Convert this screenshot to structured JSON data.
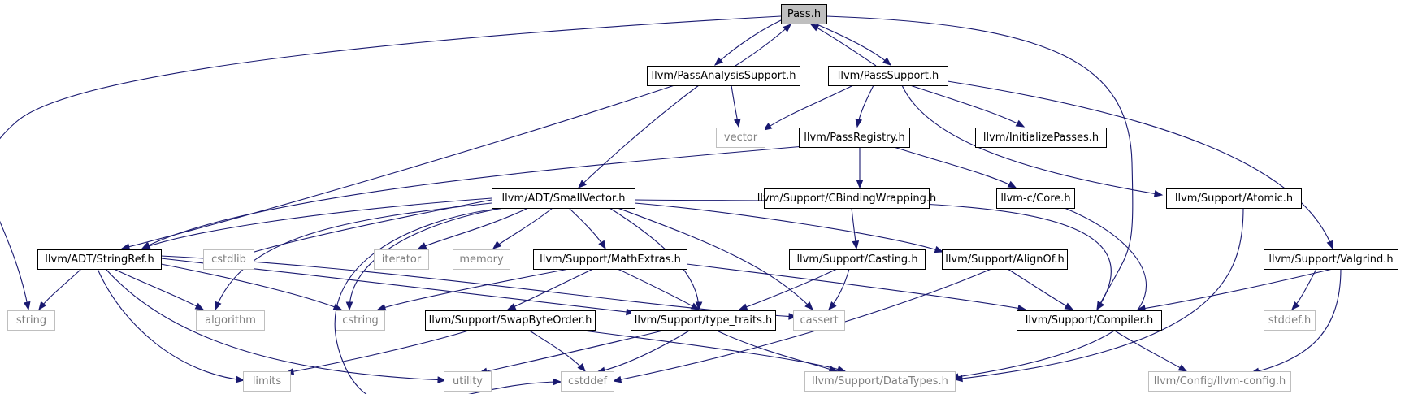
{
  "colors": {
    "edge": "#191970",
    "root_fill": "#bfbfbf",
    "node_border": "#000000",
    "external_border": "#bfbfbf",
    "external_text": "#7f7f7f"
  },
  "nodes": [
    {
      "id": "pass",
      "label": "Pass.h",
      "kind": "root"
    },
    {
      "id": "pas",
      "label": "llvm/PassAnalysisSupport.h",
      "kind": "primary"
    },
    {
      "id": "ps",
      "label": "llvm/PassSupport.h",
      "kind": "primary"
    },
    {
      "id": "vector",
      "label": "vector",
      "kind": "external"
    },
    {
      "id": "preg",
      "label": "llvm/PassRegistry.h",
      "kind": "primary"
    },
    {
      "id": "ip",
      "label": "llvm/InitializePasses.h",
      "kind": "primary"
    },
    {
      "id": "sv",
      "label": "llvm/ADT/SmallVector.h",
      "kind": "primary"
    },
    {
      "id": "cbw",
      "label": "llvm/Support/CBindingWrapping.h",
      "kind": "primary"
    },
    {
      "id": "core",
      "label": "llvm-c/Core.h",
      "kind": "primary"
    },
    {
      "id": "atomic",
      "label": "llvm/Support/Atomic.h",
      "kind": "primary"
    },
    {
      "id": "sref",
      "label": "llvm/ADT/StringRef.h",
      "kind": "primary"
    },
    {
      "id": "cstdlib",
      "label": "cstdlib",
      "kind": "external"
    },
    {
      "id": "iterator",
      "label": "iterator",
      "kind": "external"
    },
    {
      "id": "memory",
      "label": "memory",
      "kind": "external"
    },
    {
      "id": "me",
      "label": "llvm/Support/MathExtras.h",
      "kind": "primary"
    },
    {
      "id": "cast",
      "label": "llvm/Support/Casting.h",
      "kind": "primary"
    },
    {
      "id": "align",
      "label": "llvm/Support/AlignOf.h",
      "kind": "primary"
    },
    {
      "id": "valg",
      "label": "llvm/Support/Valgrind.h",
      "kind": "primary"
    },
    {
      "id": "string",
      "label": "string",
      "kind": "external"
    },
    {
      "id": "algorithm",
      "label": "algorithm",
      "kind": "external"
    },
    {
      "id": "cstring",
      "label": "cstring",
      "kind": "external"
    },
    {
      "id": "sbo",
      "label": "llvm/Support/SwapByteOrder.h",
      "kind": "primary"
    },
    {
      "id": "tt",
      "label": "llvm/Support/type_traits.h",
      "kind": "primary"
    },
    {
      "id": "cassert",
      "label": "cassert",
      "kind": "external"
    },
    {
      "id": "comp",
      "label": "llvm/Support/Compiler.h",
      "kind": "primary"
    },
    {
      "id": "stddef",
      "label": "stddef.h",
      "kind": "external"
    },
    {
      "id": "limits",
      "label": "limits",
      "kind": "external"
    },
    {
      "id": "utility",
      "label": "utility",
      "kind": "external"
    },
    {
      "id": "cstddef",
      "label": "cstddef",
      "kind": "external"
    },
    {
      "id": "dt",
      "label": "llvm/Support/DataTypes.h",
      "kind": "external"
    },
    {
      "id": "cfg",
      "label": "llvm/Config/llvm-config.h",
      "kind": "external"
    }
  ],
  "edges": [
    [
      "pass",
      "pas"
    ],
    [
      "pass",
      "ps"
    ],
    [
      "pass",
      "string"
    ],
    [
      "pass",
      "comp"
    ],
    [
      "pas",
      "pass"
    ],
    [
      "pas",
      "vector"
    ],
    [
      "pas",
      "sv"
    ],
    [
      "pas",
      "sref"
    ],
    [
      "ps",
      "pass"
    ],
    [
      "ps",
      "vector"
    ],
    [
      "ps",
      "preg"
    ],
    [
      "ps",
      "ip"
    ],
    [
      "ps",
      "atomic"
    ],
    [
      "ps",
      "valg"
    ],
    [
      "preg",
      "sref"
    ],
    [
      "preg",
      "cbw"
    ],
    [
      "preg",
      "core"
    ],
    [
      "cbw",
      "cast"
    ],
    [
      "core",
      "dt"
    ],
    [
      "atomic",
      "dt"
    ],
    [
      "sv",
      "sref"
    ],
    [
      "sv",
      "cstdlib"
    ],
    [
      "sv",
      "iterator"
    ],
    [
      "sv",
      "memory"
    ],
    [
      "sv",
      "me"
    ],
    [
      "sv",
      "algorithm"
    ],
    [
      "sv",
      "cstring"
    ],
    [
      "sv",
      "tt"
    ],
    [
      "sv",
      "cassert"
    ],
    [
      "sv",
      "cstddef"
    ],
    [
      "sv",
      "align"
    ],
    [
      "sv",
      "comp"
    ],
    [
      "sref",
      "string"
    ],
    [
      "sref",
      "algorithm"
    ],
    [
      "sref",
      "cstring"
    ],
    [
      "sref",
      "limits"
    ],
    [
      "sref",
      "utility"
    ],
    [
      "sref",
      "tt"
    ],
    [
      "sref",
      "cassert"
    ],
    [
      "me",
      "cstring"
    ],
    [
      "me",
      "sbo"
    ],
    [
      "me",
      "tt"
    ],
    [
      "me",
      "comp"
    ],
    [
      "cast",
      "tt"
    ],
    [
      "cast",
      "cassert"
    ],
    [
      "align",
      "comp"
    ],
    [
      "align",
      "cstddef"
    ],
    [
      "valg",
      "comp"
    ],
    [
      "valg",
      "stddef"
    ],
    [
      "valg",
      "cfg"
    ],
    [
      "sbo",
      "limits"
    ],
    [
      "sbo",
      "cstddef"
    ],
    [
      "sbo",
      "dt"
    ],
    [
      "tt",
      "utility"
    ],
    [
      "tt",
      "cstddef"
    ],
    [
      "tt",
      "dt"
    ],
    [
      "comp",
      "cfg"
    ]
  ]
}
